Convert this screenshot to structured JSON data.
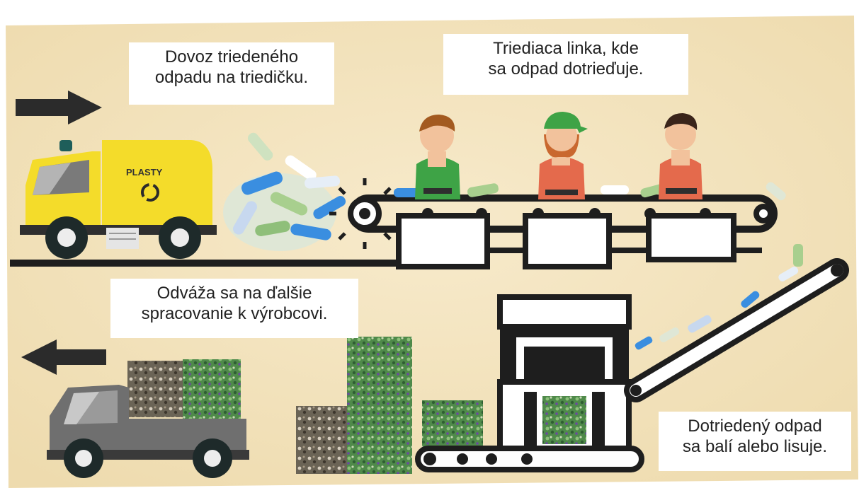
{
  "captions": {
    "delivery": {
      "line1": "Dovoz triedeného",
      "line2": "odpadu na triedičku."
    },
    "sorting_line": {
      "line1": "Triediaca linka, kde",
      "line2": "sa odpad dotrieďuje."
    },
    "transport_out": {
      "line1": "Odváža sa na ďalšie",
      "line2": "spracovanie k výrobcovi."
    },
    "baling": {
      "line1": "Dotriedený odpad",
      "line2": "sa balí alebo lisuje."
    }
  },
  "truck_label": "PLASTY",
  "colors": {
    "background": "#f3e2bd",
    "arrow": "#2b2b2b",
    "garbage_truck": "#f4dc2a",
    "transport_truck": "#6f6f6f",
    "conveyor": "#1e1e1e",
    "shirt_green": "#3ea346",
    "shirt_red": "#e46a4c",
    "bale_green": "#4f8a4a",
    "bottle_blue": "#3a8ee0"
  },
  "icons": [
    "arrow-right-icon",
    "arrow-left-icon",
    "recycle-icon"
  ]
}
